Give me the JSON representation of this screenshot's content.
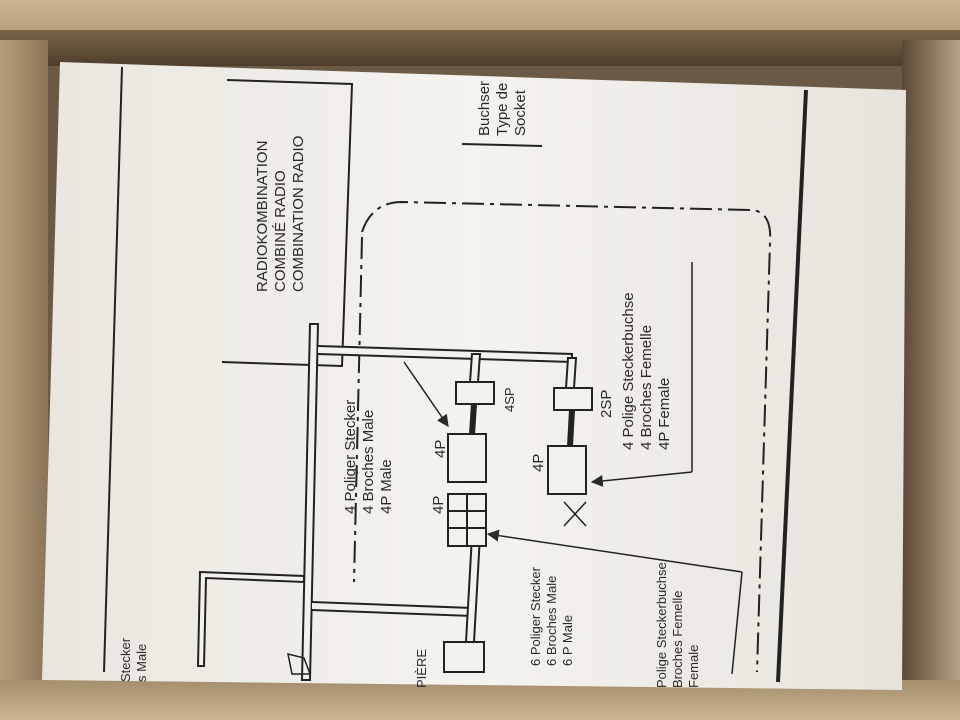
{
  "scene": {
    "colors": {
      "cardboard_dark": "#5c4a35",
      "cardboard": "#b8a284",
      "cardboard_light": "#cdb899",
      "paper": "#f3f1ec",
      "ink": "#2a2a2a"
    }
  },
  "diagram": {
    "unit_title": [
      "RADIOKOMBINATION",
      "COMBINÉ RADIO",
      "COMBINATION RADIO"
    ],
    "top_right_fragment": [
      "Buchser",
      "Type de",
      "Socket"
    ],
    "plug_4p_male": [
      "4 Poliger Stecker",
      "4 Broches Male",
      "4P Male"
    ],
    "socket_4p_female": [
      "4 Polige Steckerbuchse",
      "4 Broches Femelle",
      "4P Female"
    ],
    "plug_6p_male": [
      "6 Poliger Stecker",
      "6 Broches Male",
      "6 P Male"
    ],
    "socket_6p_female": [
      "Polige Steckerbuchse",
      "Broches Femelle",
      "Female"
    ],
    "left_fragment": [
      "Stecker",
      "s Male"
    ],
    "connector_labels": {
      "c4p_upper": "4P",
      "c4p_lower": "4P",
      "c4p_grid": "4P",
      "c4sp": "4SP",
      "c2sp": "2SP",
      "bottom_cut": "PIÈRE"
    }
  }
}
